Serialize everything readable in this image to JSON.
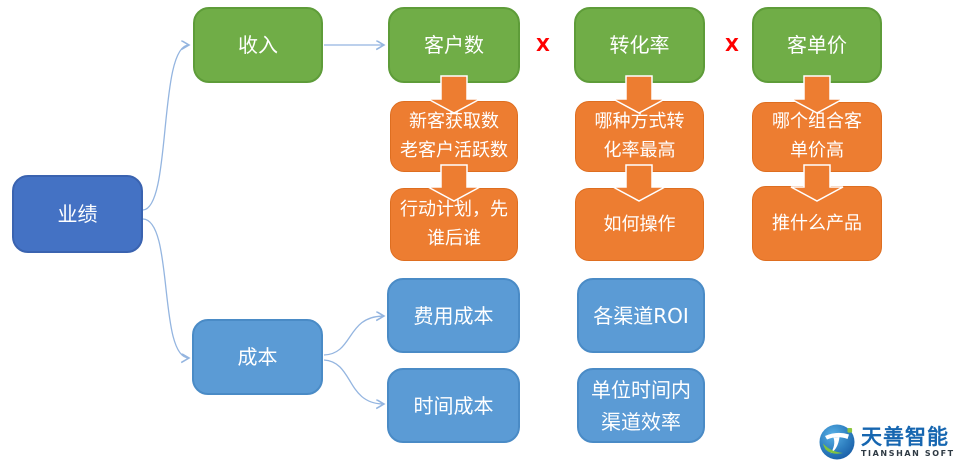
{
  "diagram": {
    "root": {
      "label": "业绩"
    },
    "revenue_branch": {
      "label": "收入"
    },
    "cost_branch": {
      "label": "成本"
    },
    "multiply_sign": "X",
    "revenue_factors": [
      {
        "label": "客户数",
        "question": "新客获取数\n老客户活跃数",
        "action": "行动计划，先\n谁后谁"
      },
      {
        "label": "转化率",
        "question": "哪种方式转\n化率最高",
        "action": "如何操作"
      },
      {
        "label": "客单价",
        "question": "哪个组合客\n单价高",
        "action": "推什么产品"
      }
    ],
    "cost_items": [
      {
        "label": "费用成本",
        "metric": "各渠道ROI"
      },
      {
        "label": "时间成本",
        "metric": "单位时间内\n渠道效率"
      }
    ]
  },
  "logo": {
    "name": "天善智能",
    "subtitle": "TIANSHAN SOFT"
  },
  "colors": {
    "root_box": "#4472C4",
    "green_box": "#70AD47",
    "orange_box": "#ED7D31",
    "light_blue_box": "#5B9BD5",
    "multiply_x": "#FF0000",
    "connector": "#94B5E0",
    "logo_blue": "#1666B0"
  }
}
